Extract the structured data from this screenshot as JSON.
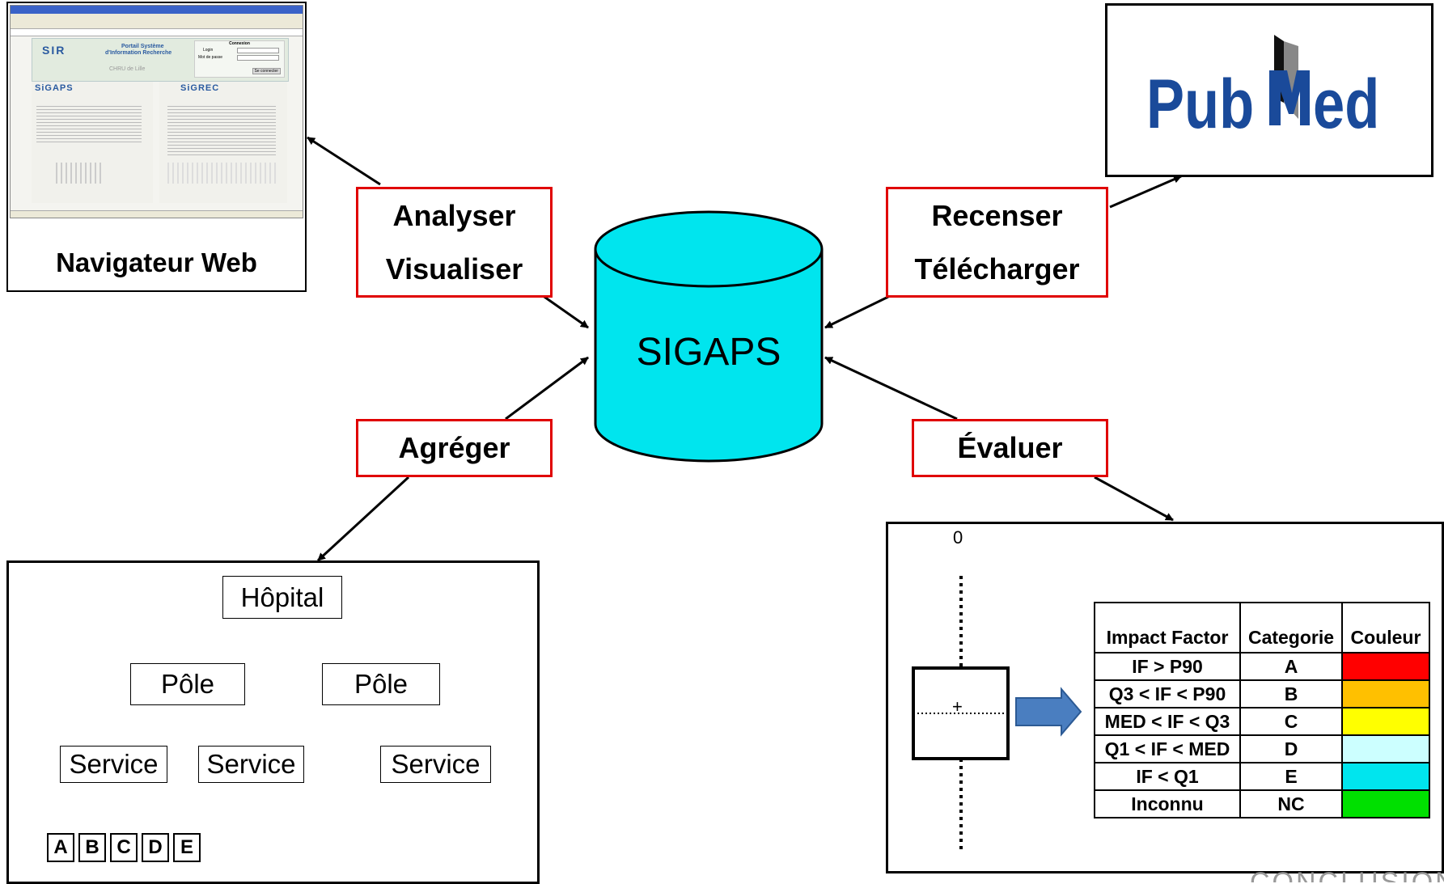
{
  "center": {
    "label": "SIGAPS",
    "fill": "#00e5ee"
  },
  "browser_panel": {
    "caption": "Navigateur Web",
    "screenshot": {
      "sir_logo": "SIR",
      "portal_title_1": "Portail Système",
      "portal_title_2": "d'Information Recherche",
      "chru": "CHRU de Lille",
      "login_header": "Connexion",
      "login_label": "Login",
      "password_label": "Mot de passe",
      "connect_button": "Se connecter",
      "sigaps_logo": "SiGAPS",
      "sigrec_logo": "SiGREC"
    }
  },
  "pubmed": {
    "text_left": "Pub",
    "text_m": "M",
    "text_right": "ed",
    "color": "#1a4a9a"
  },
  "actions": {
    "analyser": "Analyser",
    "visualiser": "Visualiser",
    "recenser": "Recenser",
    "telecharger": "Télécharger",
    "agreger": "Agréger",
    "evaluer": "Évaluer"
  },
  "org_chart": {
    "hospital": "Hôpital",
    "pole_1": "Pôle",
    "pole_2": "Pôle",
    "service_1": "Service",
    "service_2": "Service",
    "service_3": "Service",
    "leaves": [
      "A",
      "B",
      "C",
      "D",
      "E"
    ]
  },
  "evaluation": {
    "axis_zero": "0",
    "boxplot_marker": "+",
    "arrow_color": "#4a7ec0",
    "table": {
      "headers": [
        "Impact Factor",
        "Categorie",
        "Couleur"
      ],
      "rows": [
        {
          "range": "IF > P90",
          "category": "A",
          "color": "#ff0000"
        },
        {
          "range": "Q3 < IF < P90",
          "category": "B",
          "color": "#ffc000"
        },
        {
          "range": "MED < IF < Q3",
          "category": "C",
          "color": "#ffff00"
        },
        {
          "range": "Q1 < IF < MED",
          "category": "D",
          "color": "#ccffff"
        },
        {
          "range": "IF < Q1",
          "category": "E",
          "color": "#00e5ee"
        },
        {
          "range": "Inconnu",
          "category": "NC",
          "color": "#00e000"
        }
      ]
    }
  },
  "footer_text": "CONCLUSION"
}
